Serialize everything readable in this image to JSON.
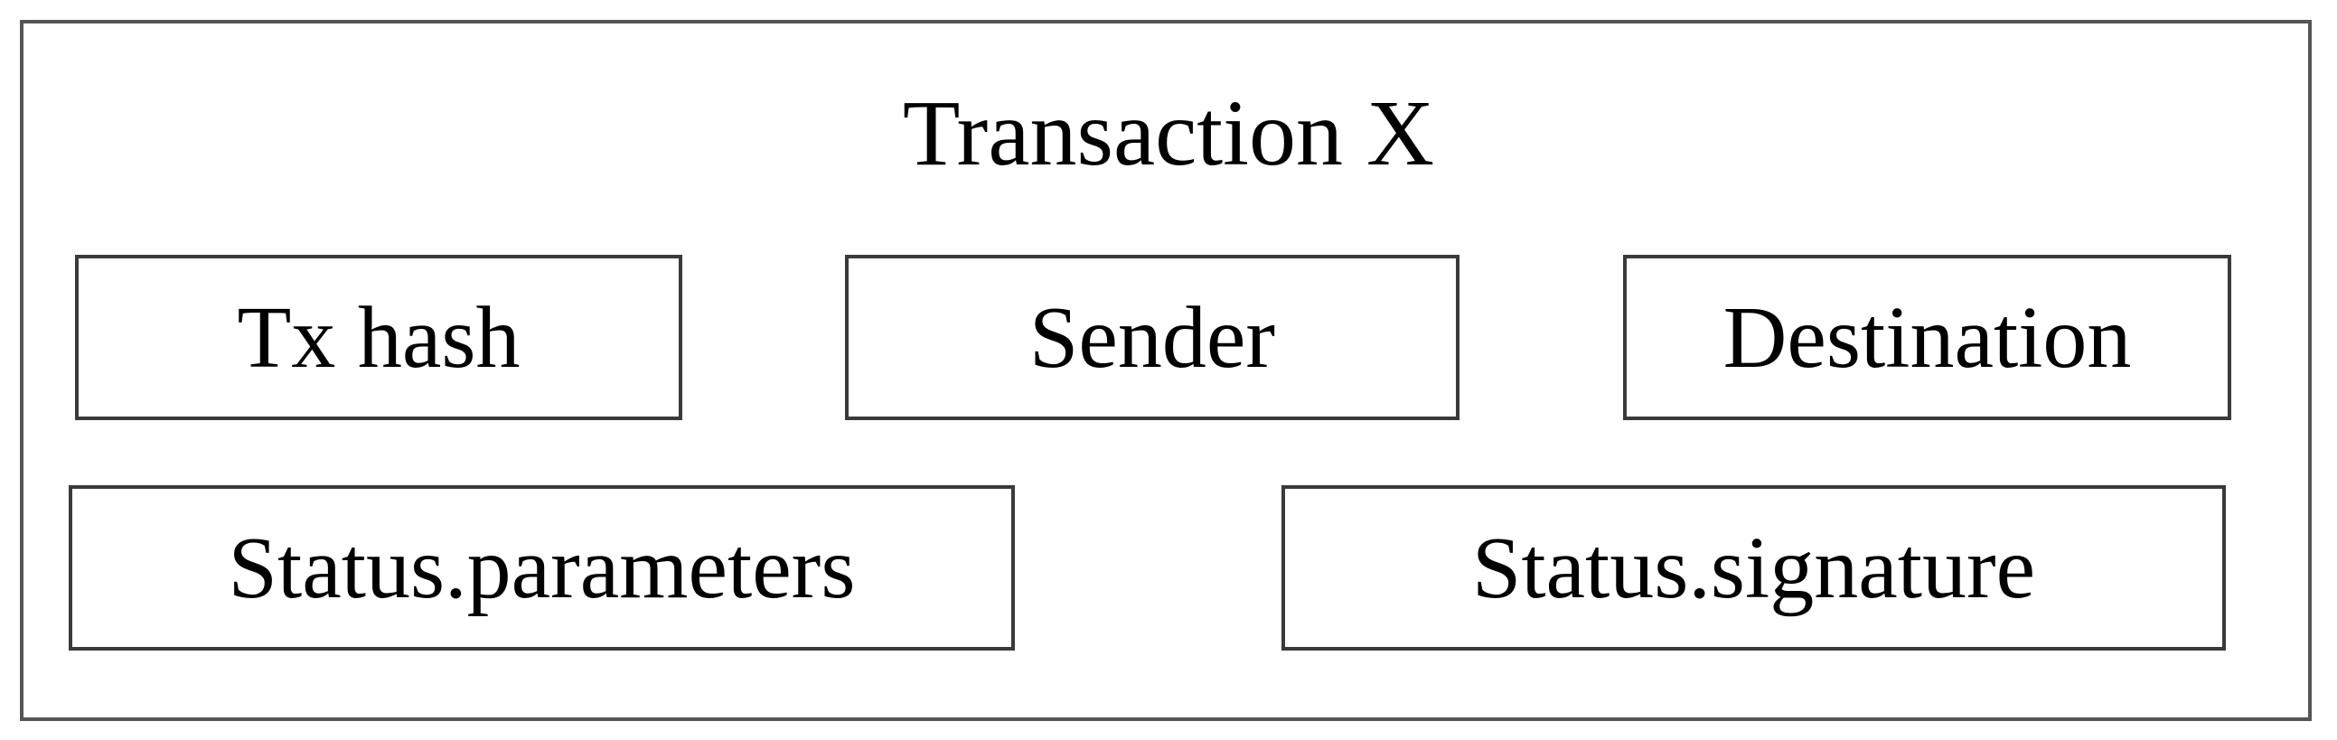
{
  "diagram": {
    "title": "Transaction X",
    "fields": [
      {
        "label": "Tx hash"
      },
      {
        "label": "Sender"
      },
      {
        "label": "Destination"
      },
      {
        "label": "Status.parameters"
      },
      {
        "label": "Status.signature"
      }
    ]
  }
}
